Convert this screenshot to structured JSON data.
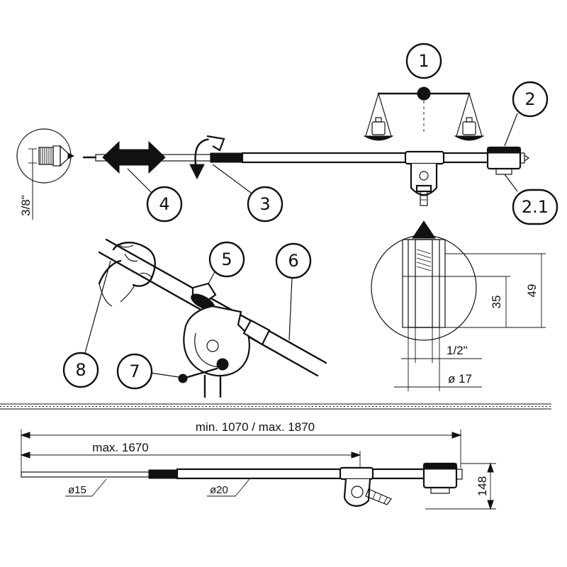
{
  "callouts": {
    "c1": "1",
    "c2": "2",
    "c2_1": "2.1",
    "c3": "3",
    "c4": "4",
    "c5": "5",
    "c6": "6",
    "c7": "7",
    "c8": "8"
  },
  "dimensions": {
    "thread_inch": "3/8\"",
    "thread_half_inch": "1/2\"",
    "dia_17": "ø 17",
    "depth_35": "35",
    "depth_49": "49",
    "length_total": "min. 1070 / max. 1870",
    "length_max": "max. 1670",
    "dia_15": "ø15",
    "dia_20": "ø20",
    "height_148": "148"
  }
}
